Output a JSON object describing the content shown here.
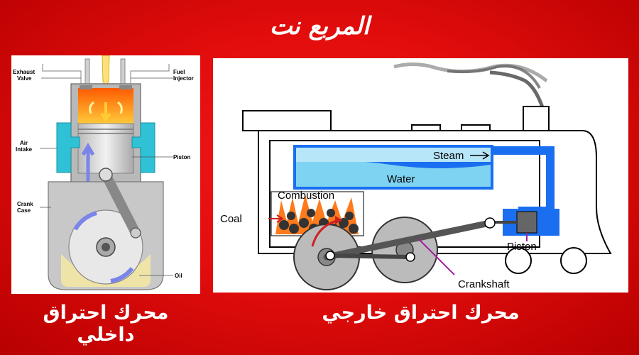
{
  "logo": {
    "text": "المربع نت",
    "accent": "#ffffff"
  },
  "internal_engine": {
    "caption": "محرك احتراق داخلي",
    "labels": {
      "exhaust_valve_1": "Exhaust",
      "exhaust_valve_2": "Valve",
      "fuel_injector_1": "Fuel",
      "fuel_injector_2": "Injector",
      "air_intake_1": "Air",
      "air_intake_2": "Intake",
      "piston": "Piston",
      "crank_case_1": "Crank",
      "crank_case_2": "Case",
      "oil": "Oil"
    }
  },
  "external_engine": {
    "caption": "محرك احتراق خارجي",
    "labels": {
      "steam": "Steam",
      "water": "Water",
      "combustion": "Combustion",
      "coal": "Coal",
      "piston": "Piston",
      "crankshaft": "Crankshaft"
    }
  },
  "colors": {
    "background": "#e30d0d",
    "panel": "#ffffff",
    "water": "#7fd3f2",
    "pipe": "#1a6ff0",
    "intake": "#2fc2d6",
    "fire": "#ff7a1a"
  }
}
